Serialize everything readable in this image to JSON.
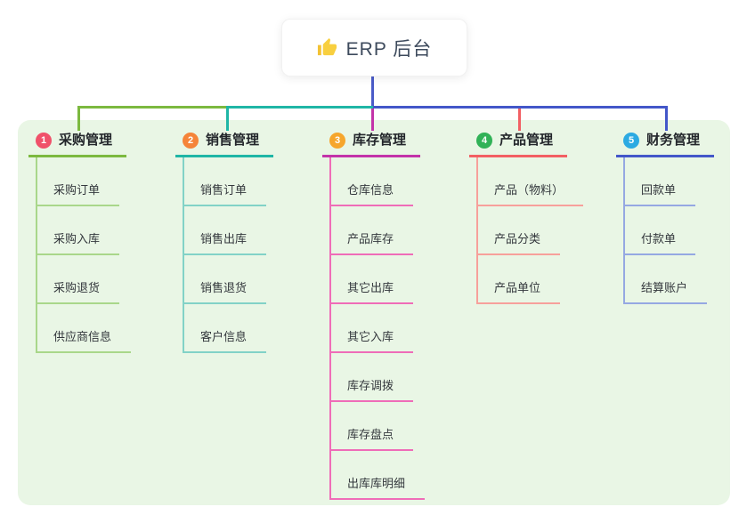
{
  "root": {
    "label": "ERP 后台",
    "icon": "thumbs-up-icon"
  },
  "canvas": {
    "background": "#ffffff",
    "panel_background": "#e9f6e5"
  },
  "connector": {
    "root_line_color": "#4a5bc8"
  },
  "branches": [
    {
      "index": "1",
      "label": "采购管理",
      "badge_color": "#f0516a",
      "line_color": "#7cb93f",
      "child_line_color": "#a9d78a",
      "children": [
        "采购订单",
        "采购入库",
        "采购退货",
        "供应商信息"
      ]
    },
    {
      "index": "2",
      "label": "销售管理",
      "badge_color": "#f58439",
      "line_color": "#1fb6a6",
      "child_line_color": "#82d2c7",
      "children": [
        "销售订单",
        "销售出库",
        "销售退货",
        "客户信息"
      ]
    },
    {
      "index": "3",
      "label": "库存管理",
      "badge_color": "#f6a62c",
      "line_color": "#c333a9",
      "child_line_color": "#ef6cb8",
      "children": [
        "仓库信息",
        "产品库存",
        "其它出库",
        "其它入库",
        "库存调拨",
        "库存盘点",
        "出库库明细"
      ]
    },
    {
      "index": "4",
      "label": "产品管理",
      "badge_color": "#31b257",
      "line_color": "#f25f63",
      "child_line_color": "#f7a09b",
      "children": [
        "产品（物料）",
        "产品分类",
        "产品单位"
      ]
    },
    {
      "index": "5",
      "label": "财务管理",
      "badge_color": "#2caae2",
      "line_color": "#4357c9",
      "child_line_color": "#95a8e2",
      "children": [
        "回款单",
        "付款单",
        "结算账户"
      ]
    }
  ]
}
